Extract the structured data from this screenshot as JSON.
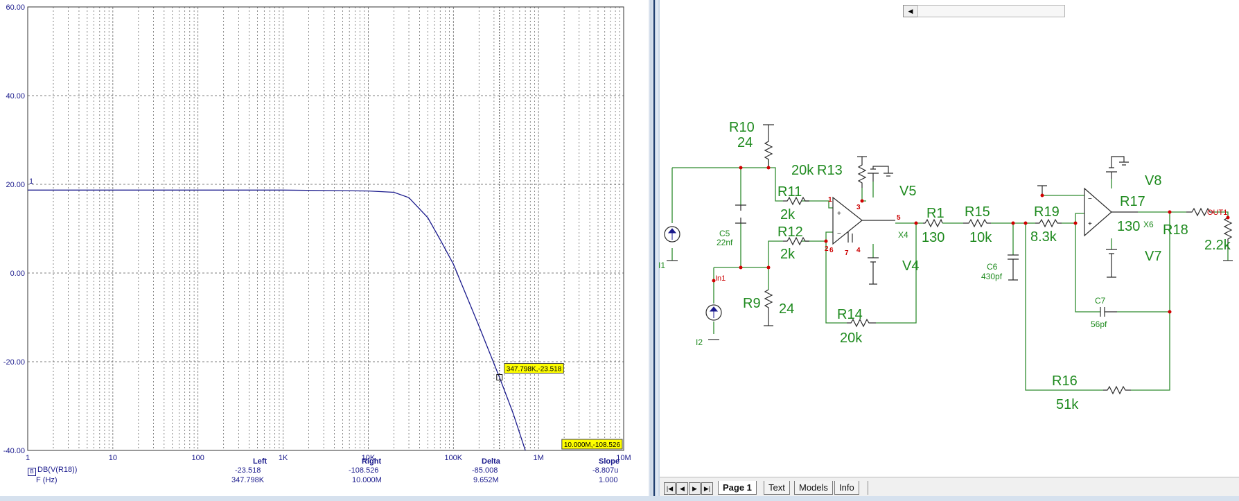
{
  "plot": {
    "y_ticks": [
      "60.00",
      "40.00",
      "20.00",
      "0.00",
      "-20.00",
      "-40.00"
    ],
    "x_ticks": [
      "1",
      "10",
      "100",
      "1K",
      "10K",
      "100K",
      "1M",
      "10M"
    ],
    "trace_marker": "1",
    "cursor_left_label": "347.798K,-23.518",
    "cursor_right_label": "10.000M,-108.526",
    "colors": {
      "trace": "#1a1a8c",
      "grid": "#555555",
      "cursor_box": "#ffff00"
    }
  },
  "chart_data": {
    "type": "line",
    "x_scale": "log",
    "xlim": [
      1,
      10000000
    ],
    "ylim": [
      -40,
      60
    ],
    "grid": true,
    "x_tick_labels": [
      "1",
      "10",
      "100",
      "1K",
      "10K",
      "100K",
      "1M",
      "10M"
    ],
    "y_tick_labels": [
      "60.00",
      "40.00",
      "20.00",
      "0.00",
      "-20.00",
      "-40.00"
    ],
    "series": [
      {
        "name": "DB(V(R18))",
        "x": [
          1,
          100,
          1000,
          10000,
          20000,
          30000,
          50000,
          70000,
          100000,
          200000,
          347798,
          500000,
          700000
        ],
        "y": [
          18.7,
          18.7,
          18.7,
          18.5,
          18.2,
          17.0,
          12.5,
          7.5,
          2.0,
          -12.0,
          -23.518,
          -31.5,
          -40.0
        ]
      }
    ],
    "annotations": [
      {
        "text": "347.798K,-23.518",
        "x": 347798,
        "y": -23.518
      },
      {
        "text": "10.000M,-108.526",
        "x": 10000000,
        "y": -108.526
      }
    ]
  },
  "readout": {
    "trace_badge": "B",
    "trace_name": "DB(V(R18))",
    "x_name": "F (Hz)",
    "headers": {
      "left": "Left",
      "right": "Right",
      "delta": "Delta",
      "slope": "Slope"
    },
    "y_row": {
      "left": "-23.518",
      "right": "-108.526",
      "delta": "-85.008",
      "slope": "-8.807u"
    },
    "x_row": {
      "left": "347.798K",
      "right": "10.000M",
      "delta": "9.652M",
      "slope": "1.000"
    }
  },
  "schematic": {
    "labels": {
      "r10": "R10",
      "r10_val": "24",
      "r13_val": "20k",
      "r13": "R13",
      "r11": "R11",
      "r11_val": "2k",
      "r12": "R12",
      "r12_val": "2k",
      "r9": "R9",
      "r9_val": "24",
      "r14": "R14",
      "r14_val": "20k",
      "r1": "R1",
      "r1_val": "130",
      "r15": "R15",
      "r15_val": "10k",
      "r19": "R19",
      "r19_val": "8.3k",
      "r17": "R17",
      "r17_val": "130",
      "r18": "R18",
      "r18_val": "2.2k",
      "r16": "R16",
      "r16_val": "51k",
      "v5": "V5",
      "v4": "V4",
      "v8": "V8",
      "v7": "V7",
      "c5": "C5",
      "c5_val": "22nf",
      "c6": "C6",
      "c6_val": "430pf",
      "c7": "C7",
      "c7_val": "56pf",
      "i1": "I1",
      "i2": "I2",
      "x4": "X4",
      "x6": "X6",
      "in1": "In1",
      "out1": "OUT1",
      "pin1": "1",
      "pin2": "2",
      "pin3": "3",
      "pin4": "4",
      "pin5": "5",
      "pin6": "6",
      "pin7": "7"
    },
    "colors": {
      "wire": "#2e8b2e",
      "component": "#2a2a2a",
      "label": "#1e8a1e",
      "node": "#d00000"
    }
  },
  "tabs": [
    {
      "label": "Page 1",
      "active": true
    },
    {
      "label": "Text",
      "active": false
    },
    {
      "label": "Models",
      "active": false
    },
    {
      "label": "Info",
      "active": false
    }
  ],
  "nav_buttons": [
    "first-page",
    "prev-page",
    "next-page",
    "last-page"
  ]
}
